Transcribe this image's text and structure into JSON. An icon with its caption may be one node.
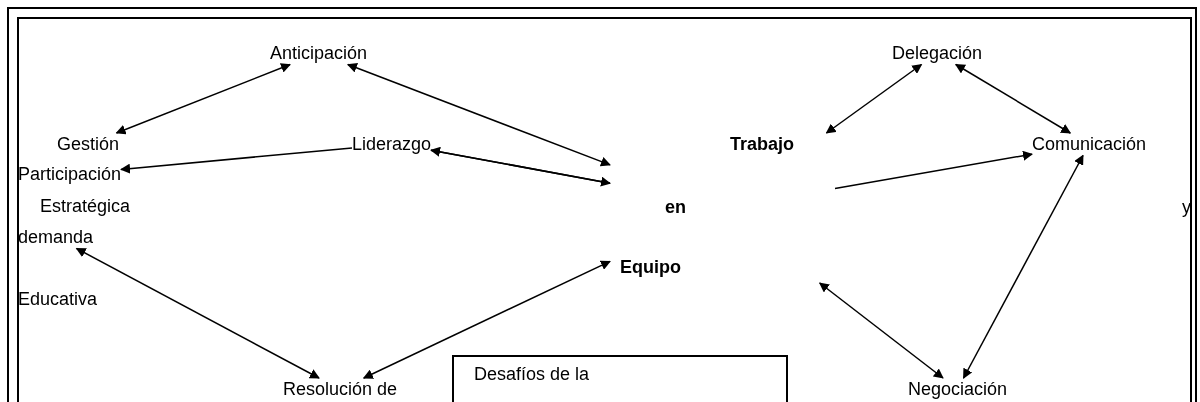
{
  "diagram": {
    "nodes": [
      {
        "text": [
          "Anticipación"
        ]
      },
      {
        "text": [
          "Gestión"
        ]
      },
      {
        "text": [
          "Participación"
        ]
      },
      {
        "text": [
          "demanda"
        ]
      },
      {
        "text": [
          "Liderazgo"
        ]
      },
      {
        "text": [
          "Trabajo",
          "en",
          "Equipo"
        ]
      },
      {
        "text": [
          "Delegación"
        ]
      },
      {
        "text": [
          "Comunicación"
        ]
      },
      {
        "text": [
          "Negociación"
        ]
      },
      {
        "text": [
          "Resolución de"
        ]
      },
      {
        "text": [
          "Desafíos de la"
        ]
      }
    ],
    "edges": [
      {
        "from": 1,
        "to": 0,
        "arrow": "both"
      },
      {
        "from": 0,
        "to": 5,
        "arrow": "both"
      },
      {
        "from": 5,
        "to": 6,
        "arrow": "both"
      },
      {
        "from": 6,
        "to": 7,
        "arrow": "both"
      },
      {
        "from": 7,
        "to": 8,
        "arrow": "both"
      },
      {
        "from": 5,
        "to": 8,
        "arrow": "both"
      },
      {
        "from": 5,
        "to": 9,
        "arrow": "both"
      },
      {
        "from": 3,
        "to": 9,
        "arrow": "both"
      },
      {
        "from": 4,
        "to": 2,
        "arrow": "to"
      },
      {
        "from": 4,
        "to": 5,
        "arrow": "to"
      },
      {
        "from": 5,
        "to": 4,
        "arrow": "to"
      },
      {
        "from": 5,
        "to": 7,
        "arrow": "to"
      }
    ],
    "labels": [
      "Estratégica",
      "Educativa",
      "y"
    ]
  }
}
